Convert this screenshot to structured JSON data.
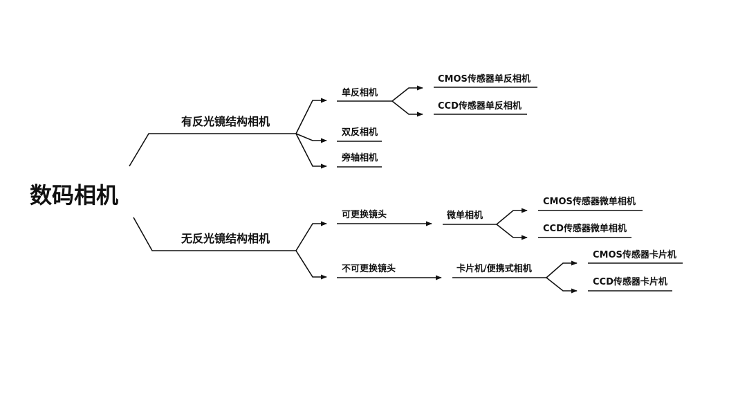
{
  "root": "数码相机",
  "branches": {
    "reflex": {
      "label": "有反光镜结构相机",
      "single": {
        "label": "单反相机",
        "cmos": "CMOS传感器单反相机",
        "ccd": "CCD传感器单反相机"
      },
      "twin": "双反相机",
      "rangefinder": "旁轴相机"
    },
    "mirrorless": {
      "label": "无反光镜结构相机",
      "interchangeable": {
        "label": "可更换镜头",
        "next": "微单相机",
        "cmos": "CMOS传感器微单相机",
        "ccd": "CCD传感器微单相机"
      },
      "fixed": {
        "label": "不可更换镜头",
        "next": "卡片机/便携式相机",
        "cmos": "CMOS传感器卡片机",
        "ccd": "CCD传感器卡片机"
      }
    }
  }
}
